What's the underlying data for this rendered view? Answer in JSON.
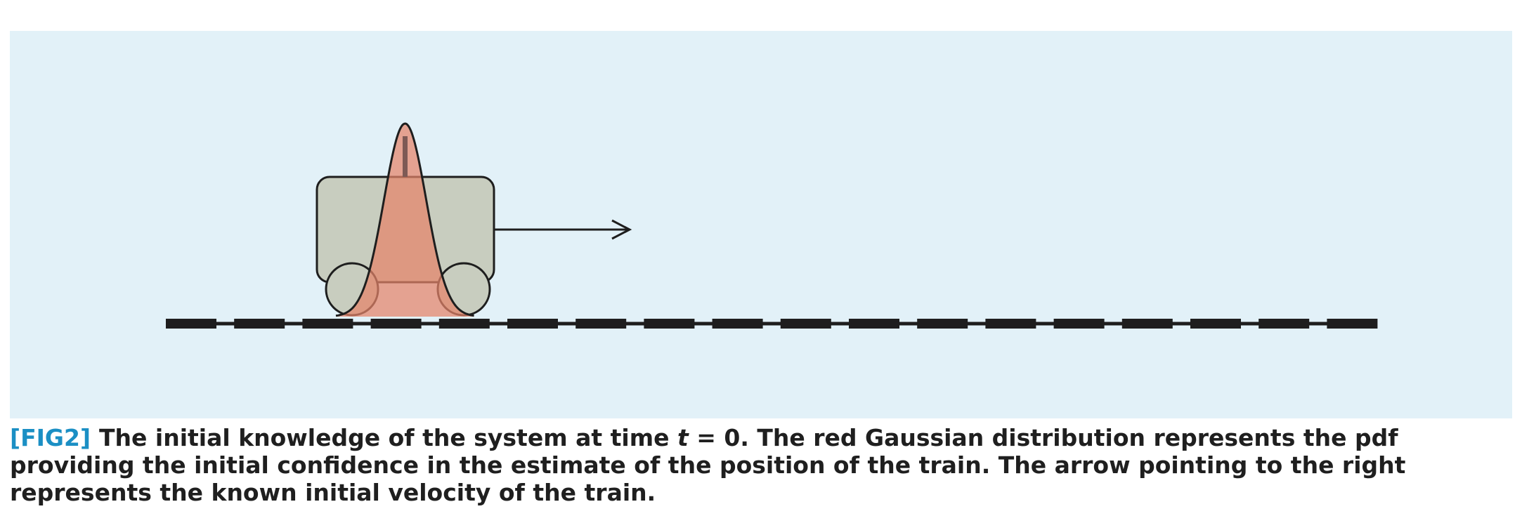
{
  "figure": {
    "label": "[FIG2]",
    "caption": {
      "part1": "The initial knowledge of the system at time ",
      "var": "t",
      "part2": " = 0. The red Gaussian distribution represents the pdf providing the initial confidence in the estimate of the position of the train. The arrow pointing to the right represents the known initial velocity of the train."
    }
  },
  "colors": {
    "panel_background": "#e2f1f8",
    "train_body": "#c8cdbf",
    "gaussian_fill": "#e5836a",
    "track": "#1e1e1e",
    "label_blue": "#1b8fc4"
  }
}
